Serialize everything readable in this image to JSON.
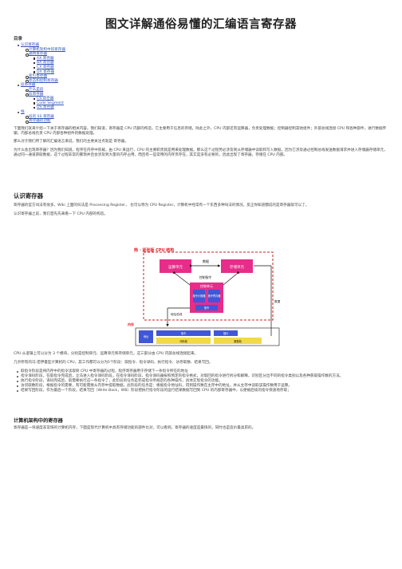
{
  "article": {
    "title": "图文详解通俗易懂的汇编语言寄存器"
  },
  "toc": {
    "heading": "目录",
    "items": [
      {
        "label": "认识寄存器",
        "level": 1,
        "marker": "disc"
      },
      {
        "label": "计算机架构中的寄存器",
        "level": 2,
        "marker": "circ"
      },
      {
        "label": "通用寄存器",
        "level": 2,
        "marker": "circ"
      },
      {
        "label": "AX 寄存器",
        "level": 3,
        "marker": "sq"
      },
      {
        "label": "BX 寄存器",
        "level": 3,
        "marker": "sq"
      },
      {
        "label": "CX 寄存器",
        "level": 3,
        "marker": "sq"
      },
      {
        "label": "DX 寄存器",
        "level": 3,
        "marker": "sq"
      },
      {
        "label": "索引寄存器",
        "level": 2,
        "marker": "circ"
      },
      {
        "label": "状态和控制寄存器",
        "level": 2,
        "marker": "circ"
      },
      {
        "label": "段寄存器",
        "level": 1,
        "marker": "disc"
      },
      {
        "label": "什么是段",
        "level": 2,
        "marker": "circ"
      },
      {
        "label": "段寄存器",
        "level": 2,
        "marker": "circ"
      },
      {
        "label": "CS 寄存器",
        "level": 3,
        "marker": "sq"
      },
      {
        "label": "Code Segment",
        "level": 3,
        "marker": "sq"
      },
      {
        "label": "DS 寄存器",
        "level": 3,
        "marker": "sq"
      },
      {
        "label": "栈",
        "level": 1,
        "marker": "disc"
      },
      {
        "label": "段的 SS 寄存器",
        "level": 2,
        "marker": "circ"
      },
      {
        "label": "寄存器的功能",
        "level": 2,
        "marker": "circ"
      }
    ]
  },
  "intro": {
    "p1": "下面我们就来介绍一下关于寄存器的相关内容。我们知道，寄存器是 CPU 内部的构造，它主要用于信息的存储。除此之外，CPU 内部还有运算器，负责处理数据；控制器控制其他组件；外部总线连接 CPU 和各种部件，进行数据传输；内部总线负责 CPU 内部各种组件的数据处理。",
    "p2": "那么对于我们所了解的汇编语言来说，我们的主要关注点就是 寄存器。",
    "p3": "为什么会出现寄存器？因为我们知道，程序在内存中装载，由 CPU 来运行，CPU 的主要职责就是用来处理数据。那么这个过程势必涉及到从存储器中读取和写入数据，因为它涉及通过控制总线发送数据请求并进入存储器存储单元，通过同一通道获取数据，这个过程非常的繁琐并且会涉及到大量的内存占用，而且有一些常用的内存页存在，其实是没有必要的，因此出现了寄存器，存储在 CPU 内部。"
  },
  "section1": {
    "heading": "认识寄存器",
    "p1": "寄存器的官方叫法有很多，Wiki 上面的叫法是 Processing Register， 也可以称为 CPU Register，计算机中经常有一个东西多种叫法的情况，反正你知道都说的是寄存器就可以了。",
    "p2": "认识寄存器之前，我们首先先来看一下 CPU 内部的构造。"
  },
  "figure": {
    "caption": "简 · 紧张版 CPU 结构",
    "cpu_title": "控制器",
    "logic_label": "运算单元",
    "storage_label": "存储单元",
    "data_label": "数据",
    "control_label": "控制指令",
    "unit_label": "控制单元",
    "reg_label_1": "指令计数器",
    "reg_label_2": "指令寄存器",
    "decoder_label": "指令",
    "addr_label": "地址总线",
    "memory_label": "内存",
    "mem_addr": "地址",
    "mem_code": "代码段",
    "mem_data": "数据段",
    "mem_index": "指令",
    "mem_ptr": "指针",
    "colors": {
      "accent": "#e8202a",
      "cpu_block": "#e62d8a",
      "inner_block": "#3f57d8",
      "frame": "#d22222"
    }
  },
  "section1b": {
    "p1": "CPU 从逻辑上可以分为 3 个模块，分别是控制单元、运算单元和存储单元，这三部分由 CPU 内部总线连接起来。",
    "p2": "几乎所有的冯·诺伊曼型计算机的 CPU，其工作都可以分为5个阶段：取指令、指令译码、执行指令、访存取数、结果写回。",
    "bullets": [
      "取指令阶段是将内存中的指令读取到 CPU 中寄存器的过程，程序寄存器用于存储下一条指令所在的地址",
      "指令译码阶段，在取指令完成后，立马进入指令译码阶段，在指令译码阶段，指令译码器按照预定的指令格式，对取回的指令进行拆分和解释，识别区分出不同的指令类别以及各种获取操作数的方法。",
      "执行指令阶段，译码完成后，就需要执行这一条指令了，此阶段的任务是完成指令所规定的各种操作，具体实现指令的功能。",
      "访问取数阶段，根据指令的需要，有可能需要从内存中提取数据，此阶段的任务是：根据指令地址码，得到操作数在主存中的地址，并从主存中读取该操作数用于运算。",
      "结果写回阶段，作为最后一个阶段，结果写回（Write Back，WB）阶段把执行指令阶段的运行结果数据写回到 CPU 的内部寄存器中，以便被后续的指令快速地存取；"
    ]
  },
  "section2": {
    "heading": "计算机架构中的寄存器",
    "p1": "寄存器是一块速度非常快的计算机内存，下面是现代计算机中具有存储功能的部件比对，可以看到，寄存器的速度是最快的，同时也是造价最高昂的。"
  }
}
